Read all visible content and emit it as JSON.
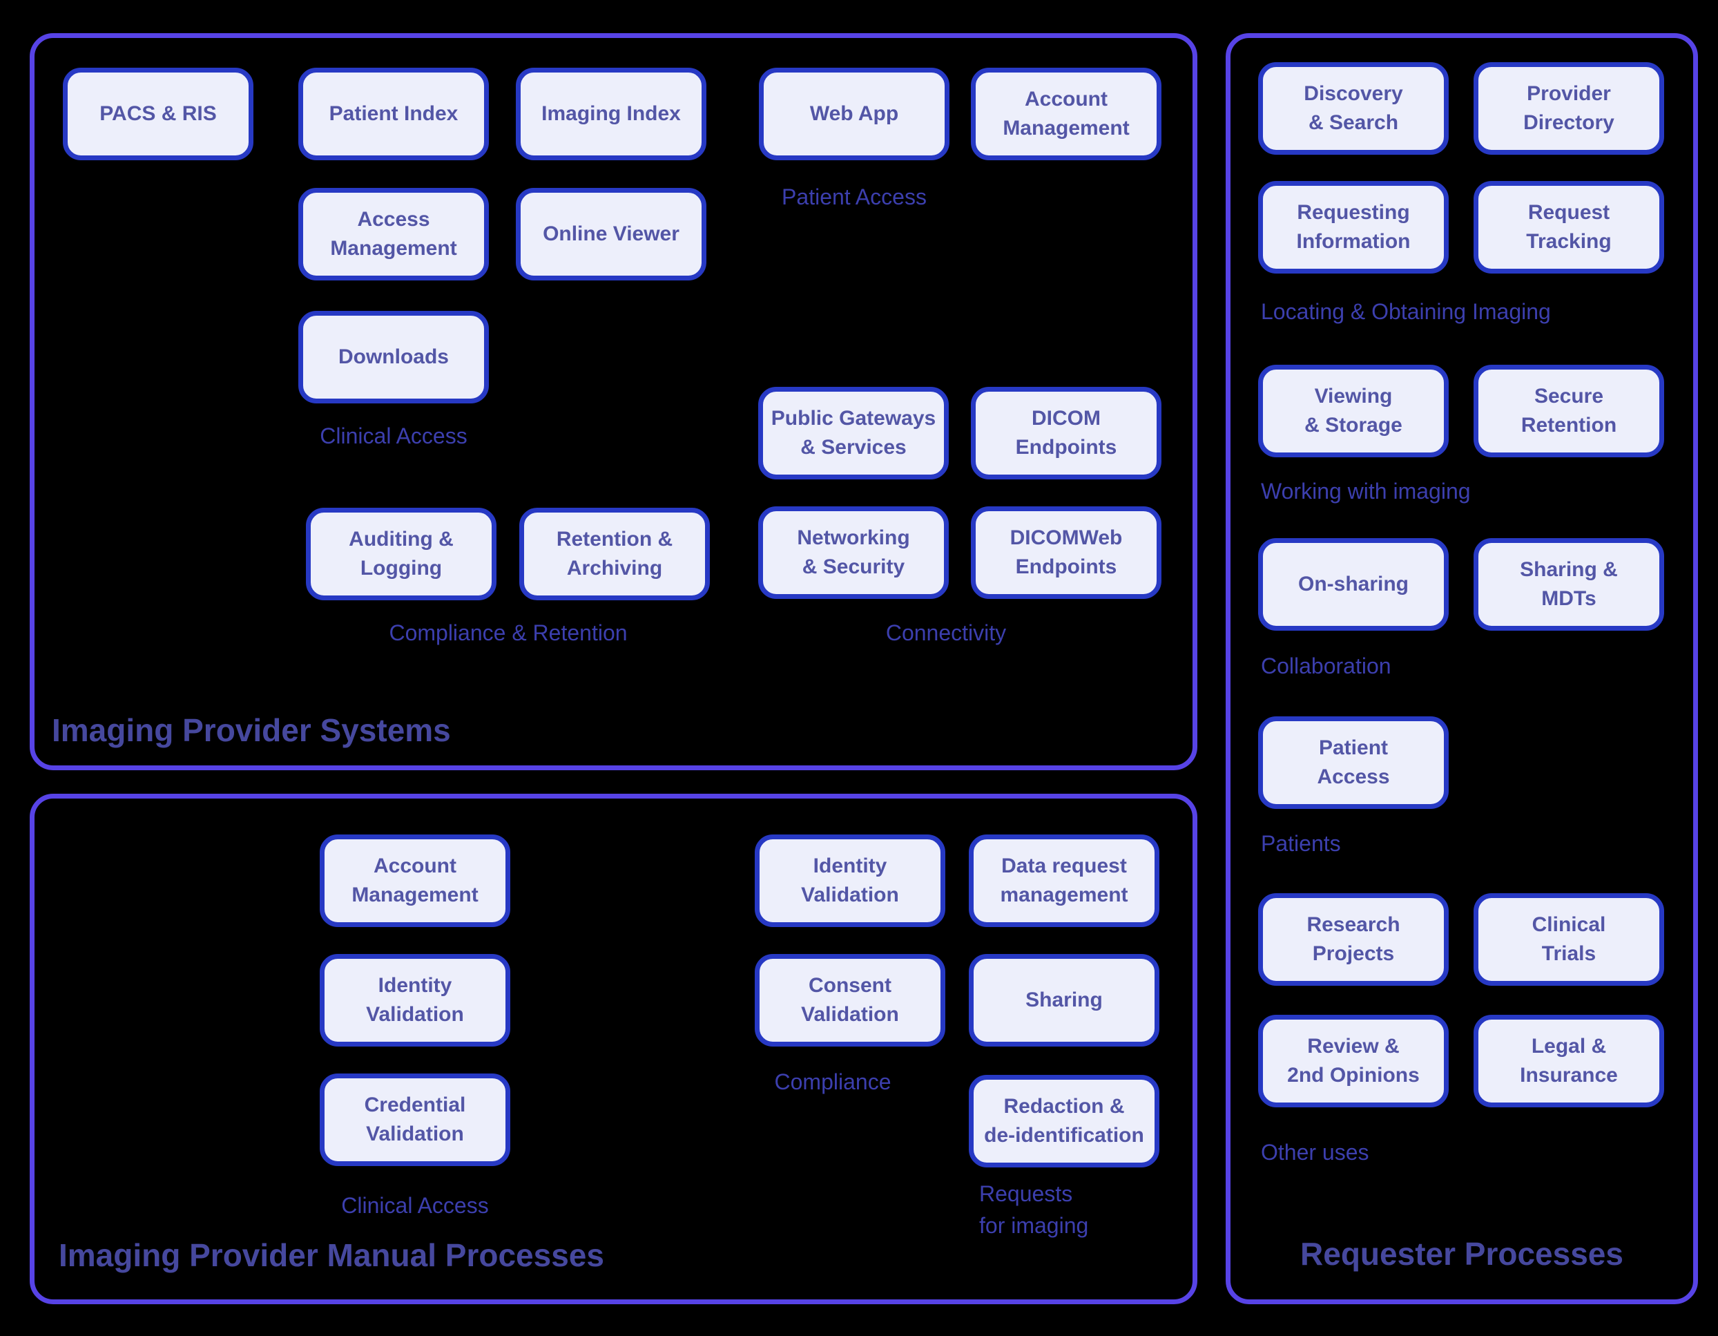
{
  "colors": {
    "page_bg": "#000000",
    "container_border": "#5743e6",
    "box_border": "#2739c4",
    "box_fill": "#edeffb",
    "box_text": "#5356a6",
    "label_text": "#3c3fae",
    "title_text": "#46489e"
  },
  "diagram": {
    "provider_systems": {
      "title": "Imaging Provider Systems",
      "nodes": {
        "pacs_ris": "PACS & RIS",
        "patient_index": "Patient Index",
        "imaging_index": "Imaging Index",
        "web_app": "Web App",
        "account_management": "Account\nManagement",
        "access_management": "Access\nManagement",
        "online_viewer": "Online Viewer",
        "downloads": "Downloads",
        "public_gateways": "Public Gateways\n& Services",
        "dicom_endpoints": "DICOM\nEndpoints",
        "auditing_logging": "Auditing &\nLogging",
        "retention_archiving": "Retention &\nArchiving",
        "networking_security": "Networking\n& Security",
        "dicomweb_endpoints": "DICOMWeb\nEndpoints"
      },
      "group_labels": {
        "patient_access": "Patient Access",
        "clinical_access": "Clinical Access",
        "compliance_retention": "Compliance & Retention",
        "connectivity": "Connectivity"
      }
    },
    "manual_processes": {
      "title": "Imaging Provider Manual Processes",
      "nodes": {
        "account_management": "Account\nManagement",
        "identity_validation_clinical": "Identity\nValidation",
        "credential_validation": "Credential\nValidation",
        "identity_validation_compliance": "Identity\nValidation",
        "data_request_management": "Data request\nmanagement",
        "consent_validation": "Consent\nValidation",
        "sharing": "Sharing",
        "redaction_deidentification": "Redaction &\nde-identification"
      },
      "group_labels": {
        "clinical_access": "Clinical Access",
        "compliance": "Compliance",
        "requests_for_imaging": "Requests\nfor imaging"
      }
    },
    "requester_processes": {
      "title": "Requester Processes",
      "nodes": {
        "discovery_search": "Discovery\n& Search",
        "provider_directory": "Provider\nDirectory",
        "requesting_information": "Requesting\nInformation",
        "request_tracking": "Request\nTracking",
        "viewing_storage": "Viewing\n& Storage",
        "secure_retention": "Secure\nRetention",
        "on_sharing": "On-sharing",
        "sharing_mdts": "Sharing &\nMDTs",
        "patient_access": "Patient\nAccess",
        "research_projects": "Research\nProjects",
        "clinical_trials": "Clinical\nTrials",
        "review_2nd_opinions": "Review &\n2nd Opinions",
        "legal_insurance": "Legal &\nInsurance"
      },
      "group_labels": {
        "locating_obtaining": "Locating & Obtaining Imaging",
        "working_with_imaging": "Working with imaging",
        "collaboration": "Collaboration",
        "patients": "Patients",
        "other_uses": "Other uses"
      }
    }
  }
}
